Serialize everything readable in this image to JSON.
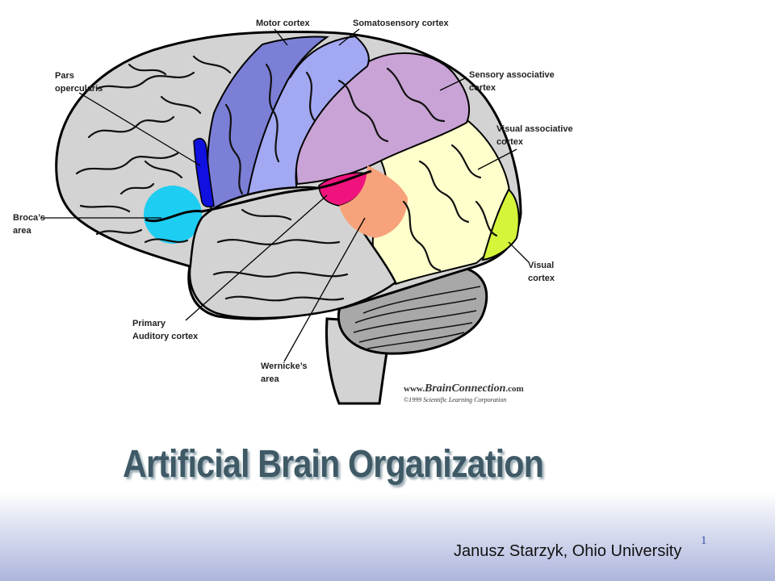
{
  "slide": {
    "title": "Artificial Brain Organization",
    "author": "Janusz Starzyk, Ohio University",
    "page_number": "1"
  },
  "watermark": {
    "site_prefix": "www.",
    "site_brain": "Brain",
    "site_connection": "Connection",
    "site_suffix": ".com",
    "copyright": "©1999 Scientific Learning Corporation"
  },
  "labels": {
    "motor_cortex": "Motor cortex",
    "somatosensory_cortex": "Somatosensory cortex",
    "pars_opercularis": "Pars\nopercularis",
    "sensory_associative_cortex": "Sensory associative\ncortex",
    "visual_associative_cortex": "Visual associative\ncortex",
    "brocas_area": "Broca’s\narea",
    "visual_cortex": "Visual\ncortex",
    "primary_auditory_cortex": "Primary\nAuditory cortex",
    "wernickes_area": "Wernicke’s\narea"
  },
  "colors": {
    "motor_cortex": "#7b7fd6",
    "somatosensory_cortex": "#a3a8f2",
    "sensory_associative_cortex": "#c9a3d6",
    "visual_associative_cortex": "#ffffcc",
    "visual_cortex": "#d4f53a",
    "brocas_area": "#1ecdf2",
    "pars_opercularis": "#1010e0",
    "primary_auditory_cortex": "#f0137d",
    "wernickes_area": "#f7a27a",
    "brain_gray": "#d3d3d3",
    "title_color": "#3f5a66"
  }
}
